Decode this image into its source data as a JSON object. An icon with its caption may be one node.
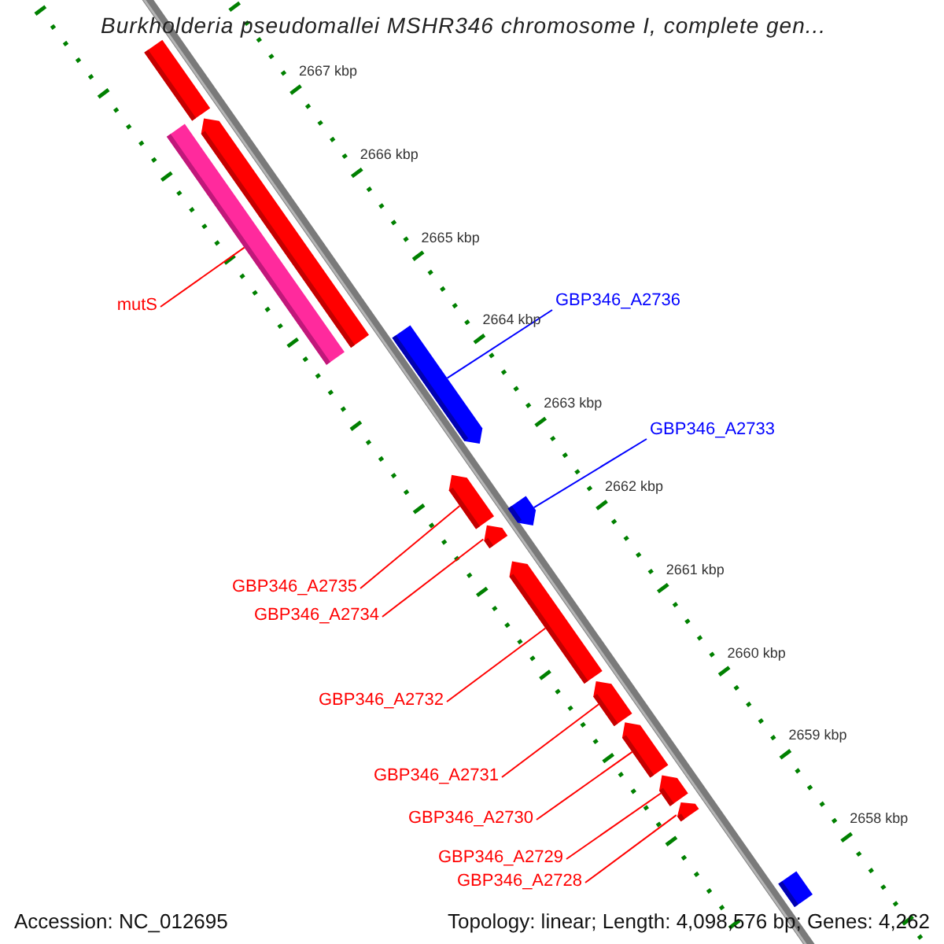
{
  "diagram": {
    "title": "Burkholderia pseudomallei MSHR346 chromosome I, complete gen...",
    "nodes": [
      {
        "text": [],
        "shape": "bar"
      },
      {
        "text": [],
        "shape": "arrow"
      },
      {
        "text": [],
        "shape": "bar"
      },
      {
        "text": [],
        "shape": "arrow"
      },
      {
        "text": [],
        "shape": "arrow"
      },
      {
        "text": [],
        "shape": "arrow"
      },
      {
        "text": [],
        "shape": "arrow"
      },
      {
        "text": [],
        "shape": "arrow"
      },
      {
        "text": [],
        "shape": "arrow"
      },
      {
        "text": [],
        "shape": "arrow"
      },
      {
        "text": [],
        "shape": "arrow"
      },
      {
        "text": [],
        "shape": "arrow"
      },
      {
        "text": [],
        "shape": "bar"
      },
      {
        "text": [
          "mutS"
        ]
      },
      {
        "text": [
          "GBP346_A2736"
        ]
      },
      {
        "text": [
          "GBP346_A2733"
        ]
      },
      {
        "text": [
          "GBP346_A2735"
        ]
      },
      {
        "text": [
          "GBP346_A2734"
        ]
      },
      {
        "text": [
          "GBP346_A2732"
        ]
      },
      {
        "text": [
          "GBP346_A2731"
        ]
      },
      {
        "text": [
          "GBP346_A2730"
        ]
      },
      {
        "text": [
          "GBP346_A2729"
        ]
      },
      {
        "text": [
          "GBP346_A2728"
        ]
      }
    ],
    "edges": [
      {
        "from": 13,
        "to": 2,
        "arrow": "none"
      },
      {
        "from": 14,
        "to": 3,
        "arrow": "none",
        "color": "#0000ff"
      },
      {
        "from": 15,
        "to": 6,
        "arrow": "none",
        "color": "#0000ff"
      },
      {
        "from": 16,
        "to": 4,
        "arrow": "none"
      },
      {
        "from": 17,
        "to": 5,
        "arrow": "none"
      },
      {
        "from": 18,
        "to": 7,
        "arrow": "none"
      },
      {
        "from": 19,
        "to": 8,
        "arrow": "none"
      },
      {
        "from": 20,
        "to": 9,
        "arrow": "none"
      },
      {
        "from": 21,
        "to": 10,
        "arrow": "none"
      },
      {
        "from": 22,
        "to": 11,
        "arrow": "none"
      }
    ],
    "labels": [
      "2667 kbp",
      "2666 kbp",
      "2665 kbp",
      "2664 kbp",
      "2663 kbp",
      "2662 kbp",
      "2661 kbp",
      "2660 kbp",
      "2659 kbp",
      "2658 kbp",
      "Accession: NC_012695",
      "Topology: linear; Length: 4,098,576 bp; Genes: 4,262"
    ]
  }
}
